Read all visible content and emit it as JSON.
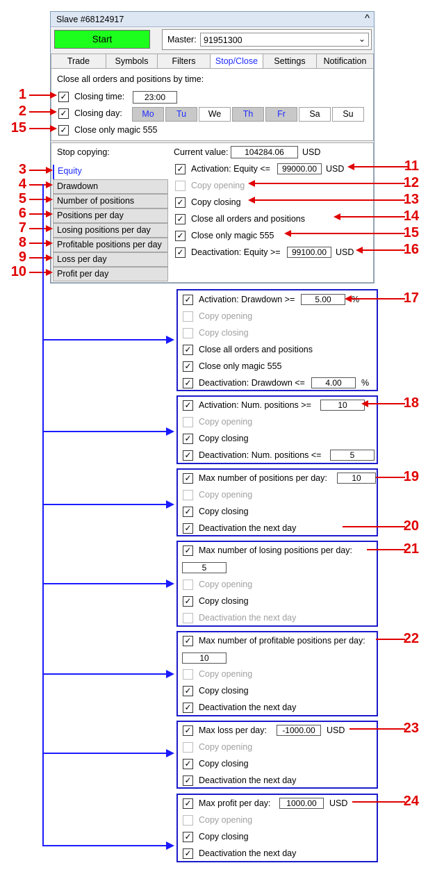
{
  "window": {
    "title": "Slave #68124917",
    "collapse_glyph": "^"
  },
  "start_label": "Start",
  "master": {
    "label": "Master:",
    "value": "91951300"
  },
  "tabs": [
    "Trade",
    "Symbols",
    "Filters",
    "Stop/Close",
    "Settings",
    "Notification"
  ],
  "closing": {
    "heading": "Close all orders and positions by time:",
    "time_label": "Closing time:",
    "time_value": "23:00",
    "day_label": "Closing day:",
    "days": [
      {
        "label": "Mo",
        "selected": true
      },
      {
        "label": "Tu",
        "selected": true
      },
      {
        "label": "We",
        "selected": false
      },
      {
        "label": "Th",
        "selected": true
      },
      {
        "label": "Fr",
        "selected": true
      },
      {
        "label": "Sa",
        "selected": false
      },
      {
        "label": "Su",
        "selected": false
      }
    ],
    "magic_label": "Close only magic 555"
  },
  "stop": {
    "heading": "Stop copying:",
    "current_label": "Current value:",
    "current_value": "104284.06",
    "current_unit": "USD",
    "sidebar": [
      "Equity",
      "Drawdown",
      "Number of positions",
      "Positions per day",
      "Losing positions per day",
      "Profitable positions per day",
      "Loss per day",
      "Profit per day"
    ],
    "activation_label": "Activation: Equity <=",
    "activation_value": "99000.00",
    "activation_unit": "USD",
    "copy_opening": "Copy opening",
    "copy_closing": "Copy closing",
    "close_all": "Close all orders and positions",
    "close_magic": "Close only magic 555",
    "deactivation_label": "Deactivation: Equity >=",
    "deactivation_value": "99100.00",
    "deactivation_unit": "USD"
  },
  "panels": {
    "p17": {
      "activation_label": "Activation: Drawdown >=",
      "activation_value": "5.00",
      "unit": "%",
      "copy_opening": "Copy opening",
      "copy_closing": "Copy closing",
      "close_all": "Close all orders and positions",
      "close_magic": "Close only magic 555",
      "deactivation_label": "Deactivation: Drawdown <=",
      "deactivation_value": "4.00",
      "deactivation_unit": "%"
    },
    "p18": {
      "activation_label": "Activation: Num. positions >=",
      "activation_value": "10",
      "copy_opening": "Copy opening",
      "copy_closing": "Copy closing",
      "deactivation_label": "Deactivation: Num. positions <=",
      "deactivation_value": "5"
    },
    "p19": {
      "max_label": "Max number of positions per day:",
      "max_value": "10",
      "copy_opening": "Copy opening",
      "copy_closing": "Copy closing",
      "deact": "Deactivation the next day"
    },
    "p21": {
      "max_label": "Max number of losing positions per day:",
      "max_value": "5",
      "copy_opening": "Copy opening",
      "copy_closing": "Copy closing",
      "deact": "Deactivation the next day"
    },
    "p22": {
      "max_label": "Max number of profitable positions per day:",
      "max_value": "10",
      "copy_opening": "Copy opening",
      "copy_closing": "Copy closing",
      "deact": "Deactivation the next day"
    },
    "p23": {
      "max_label": "Max loss per day:",
      "max_value": "-1000.00",
      "unit": "USD",
      "copy_opening": "Copy opening",
      "copy_closing": "Copy closing",
      "deact": "Deactivation the next day"
    },
    "p24": {
      "max_label": "Max profit per day:",
      "max_value": "1000.00",
      "unit": "USD",
      "copy_opening": "Copy opening",
      "copy_closing": "Copy closing",
      "deact": "Deactivation the next day"
    }
  },
  "callouts": [
    "1",
    "2",
    "15",
    "3",
    "4",
    "5",
    "6",
    "7",
    "8",
    "9",
    "10",
    "11",
    "12",
    "13",
    "14",
    "15",
    "16",
    "17",
    "18",
    "19",
    "20",
    "21",
    "22",
    "23",
    "24"
  ],
  "check_glyph": "✓",
  "colors": {
    "start_green": "#1dff1d",
    "callout_red": "#e00000",
    "panel_blue": "#1a1acc",
    "selected_blue": "#1f2cff"
  }
}
